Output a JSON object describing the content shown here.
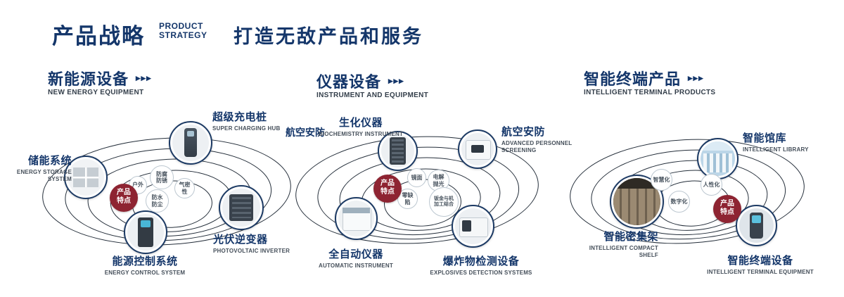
{
  "header": {
    "title_cn": "产品战略",
    "title_en": [
      "PRODUCT",
      "STRATEGY"
    ],
    "slogan": "打造无敌产品和服务"
  },
  "sections": [
    {
      "title_cn": "新能源设备",
      "title_en": "NEW ENERGY EQUIPMENT",
      "chevrons": "▸▸▸",
      "badge": "产品特点",
      "features": [
        "户外",
        "防腐防锈",
        "气密性",
        "防水防尘"
      ],
      "products": [
        {
          "cn": "超级充电桩",
          "en": "SUPER CHARGING HUB"
        },
        {
          "cn": "储能系统",
          "en": "ENERGY STORAGE SYSTEM"
        },
        {
          "cn": "光伏逆变器",
          "en": "PHOTOVOLTAIC INVERTER"
        },
        {
          "cn": "能源控制系统",
          "en": "ENERGY CONTROL SYSTEM"
        }
      ]
    },
    {
      "title_cn": "仪器设备",
      "title_en": "INSTRUMENT AND EQUIPMENT",
      "chevrons": "▸▸▸",
      "badge": "产品特点",
      "side_label": "航空安防",
      "features": [
        "镜面",
        "电解抛光",
        "零缺陷",
        "钣金与机加工结合"
      ],
      "products": [
        {
          "cn": "生化仪器",
          "en": "BIOCHEMISTRY INSTRUMENT"
        },
        {
          "cn": "航空安防",
          "en": "ADVANCED PERSONNEL SCREENING"
        },
        {
          "cn": "全自动仪器",
          "en": "AUTOMATIC INSTRUMENT"
        },
        {
          "cn": "爆炸物检测设备",
          "en": "EXPLOSIVES DETECTION SYSTEMS"
        }
      ]
    },
    {
      "title_cn": "智能终端产品",
      "title_en": "INTELLIGENT TERMINAL PRODUCTS",
      "chevrons": "▸▸▸",
      "badge": "产品特点",
      "features": [
        "智慧化",
        "数字化",
        "人性化"
      ],
      "products": [
        {
          "cn": "智能馆库",
          "en": "INTELLIGENT LIBRARY"
        },
        {
          "cn": "智能密集架",
          "en": "INTELLIGENT COMPACT SHELF"
        },
        {
          "cn": "智能终端设备",
          "en": "INTELLIGENT TERMINAL EQUIPMENT"
        }
      ]
    }
  ],
  "colors": {
    "navy": "#14366a",
    "badge_red": "#8e2432",
    "ring": "#242e3a"
  }
}
